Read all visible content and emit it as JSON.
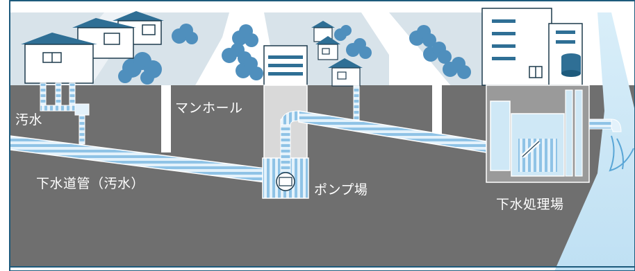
{
  "labels": {
    "sewage": "汚水",
    "manhole": "マンホール",
    "sewer_pipe": "下水道管（汚水）",
    "pump_station": "ポンプ場",
    "treatment_plant": "下水処理場"
  },
  "colors": {
    "ground": "#6f6f6f",
    "frame": "#1d5a7c",
    "pipe_stripe": "#8fc3e6",
    "pipe_light": "#e4f2fb",
    "tree": "#4f8fbd",
    "roof": "#2f6f95",
    "river": "#cfe8f6"
  }
}
